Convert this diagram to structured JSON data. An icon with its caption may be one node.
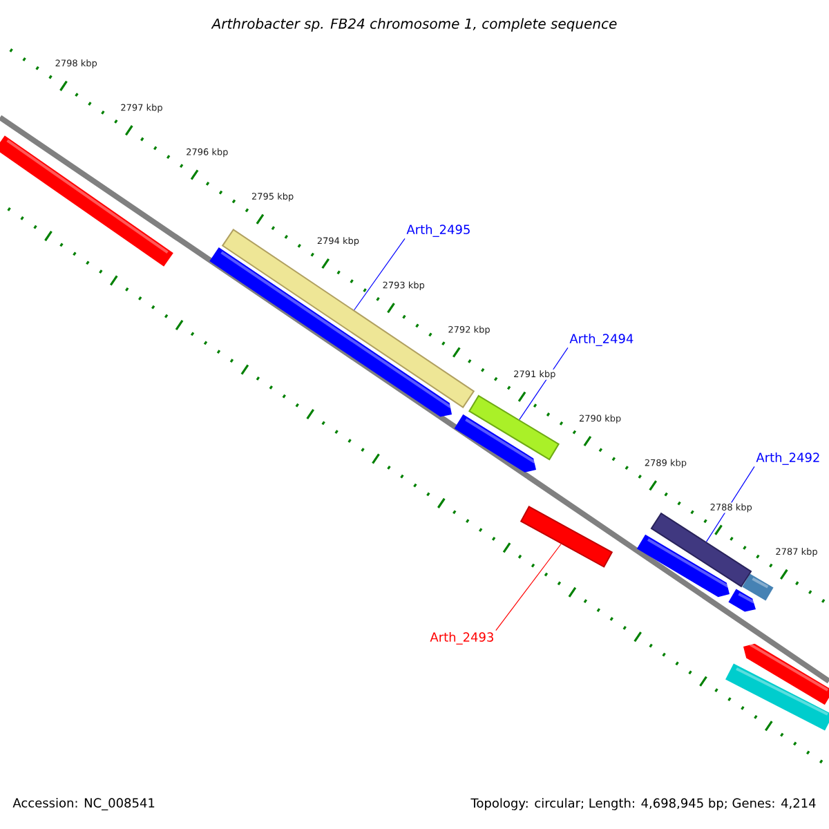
{
  "diagram": {
    "title": "Arthrobacter sp. FB24 chromosome 1, complete sequence",
    "nodes": [
      {
        "text": [
          "Arth_2495"
        ]
      },
      {
        "text": [
          "Arth_2494"
        ]
      },
      {
        "text": [
          "Arth_2492"
        ]
      },
      {
        "text": [
          "Arth_2493"
        ]
      },
      {
        "text": [],
        "shape": "bar"
      },
      {
        "text": [],
        "shape": "bar"
      },
      {
        "text": [],
        "shape": "bar"
      },
      {
        "text": [],
        "shape": "bar"
      }
    ],
    "edges": [
      {
        "from": 0,
        "to": 4,
        "arrow": "none"
      },
      {
        "from": 1,
        "to": 5,
        "arrow": "none"
      },
      {
        "from": 2,
        "to": 6,
        "arrow": "none"
      },
      {
        "from": 3,
        "to": 7,
        "arrow": "none",
        "color": "#ff0000"
      }
    ],
    "labels": [
      "2798 kbp",
      "2797 kbp",
      "2796 kbp",
      "2795 kbp",
      "2794 kbp",
      "2793 kbp",
      "2792 kbp",
      "2791 kbp",
      "2790 kbp",
      "2789 kbp",
      "2788 kbp",
      "2787 kbp",
      "Accession: NC_008541",
      "Topology: circular; Length: 4,698,945 bp; Genes: 4,214"
    ]
  }
}
